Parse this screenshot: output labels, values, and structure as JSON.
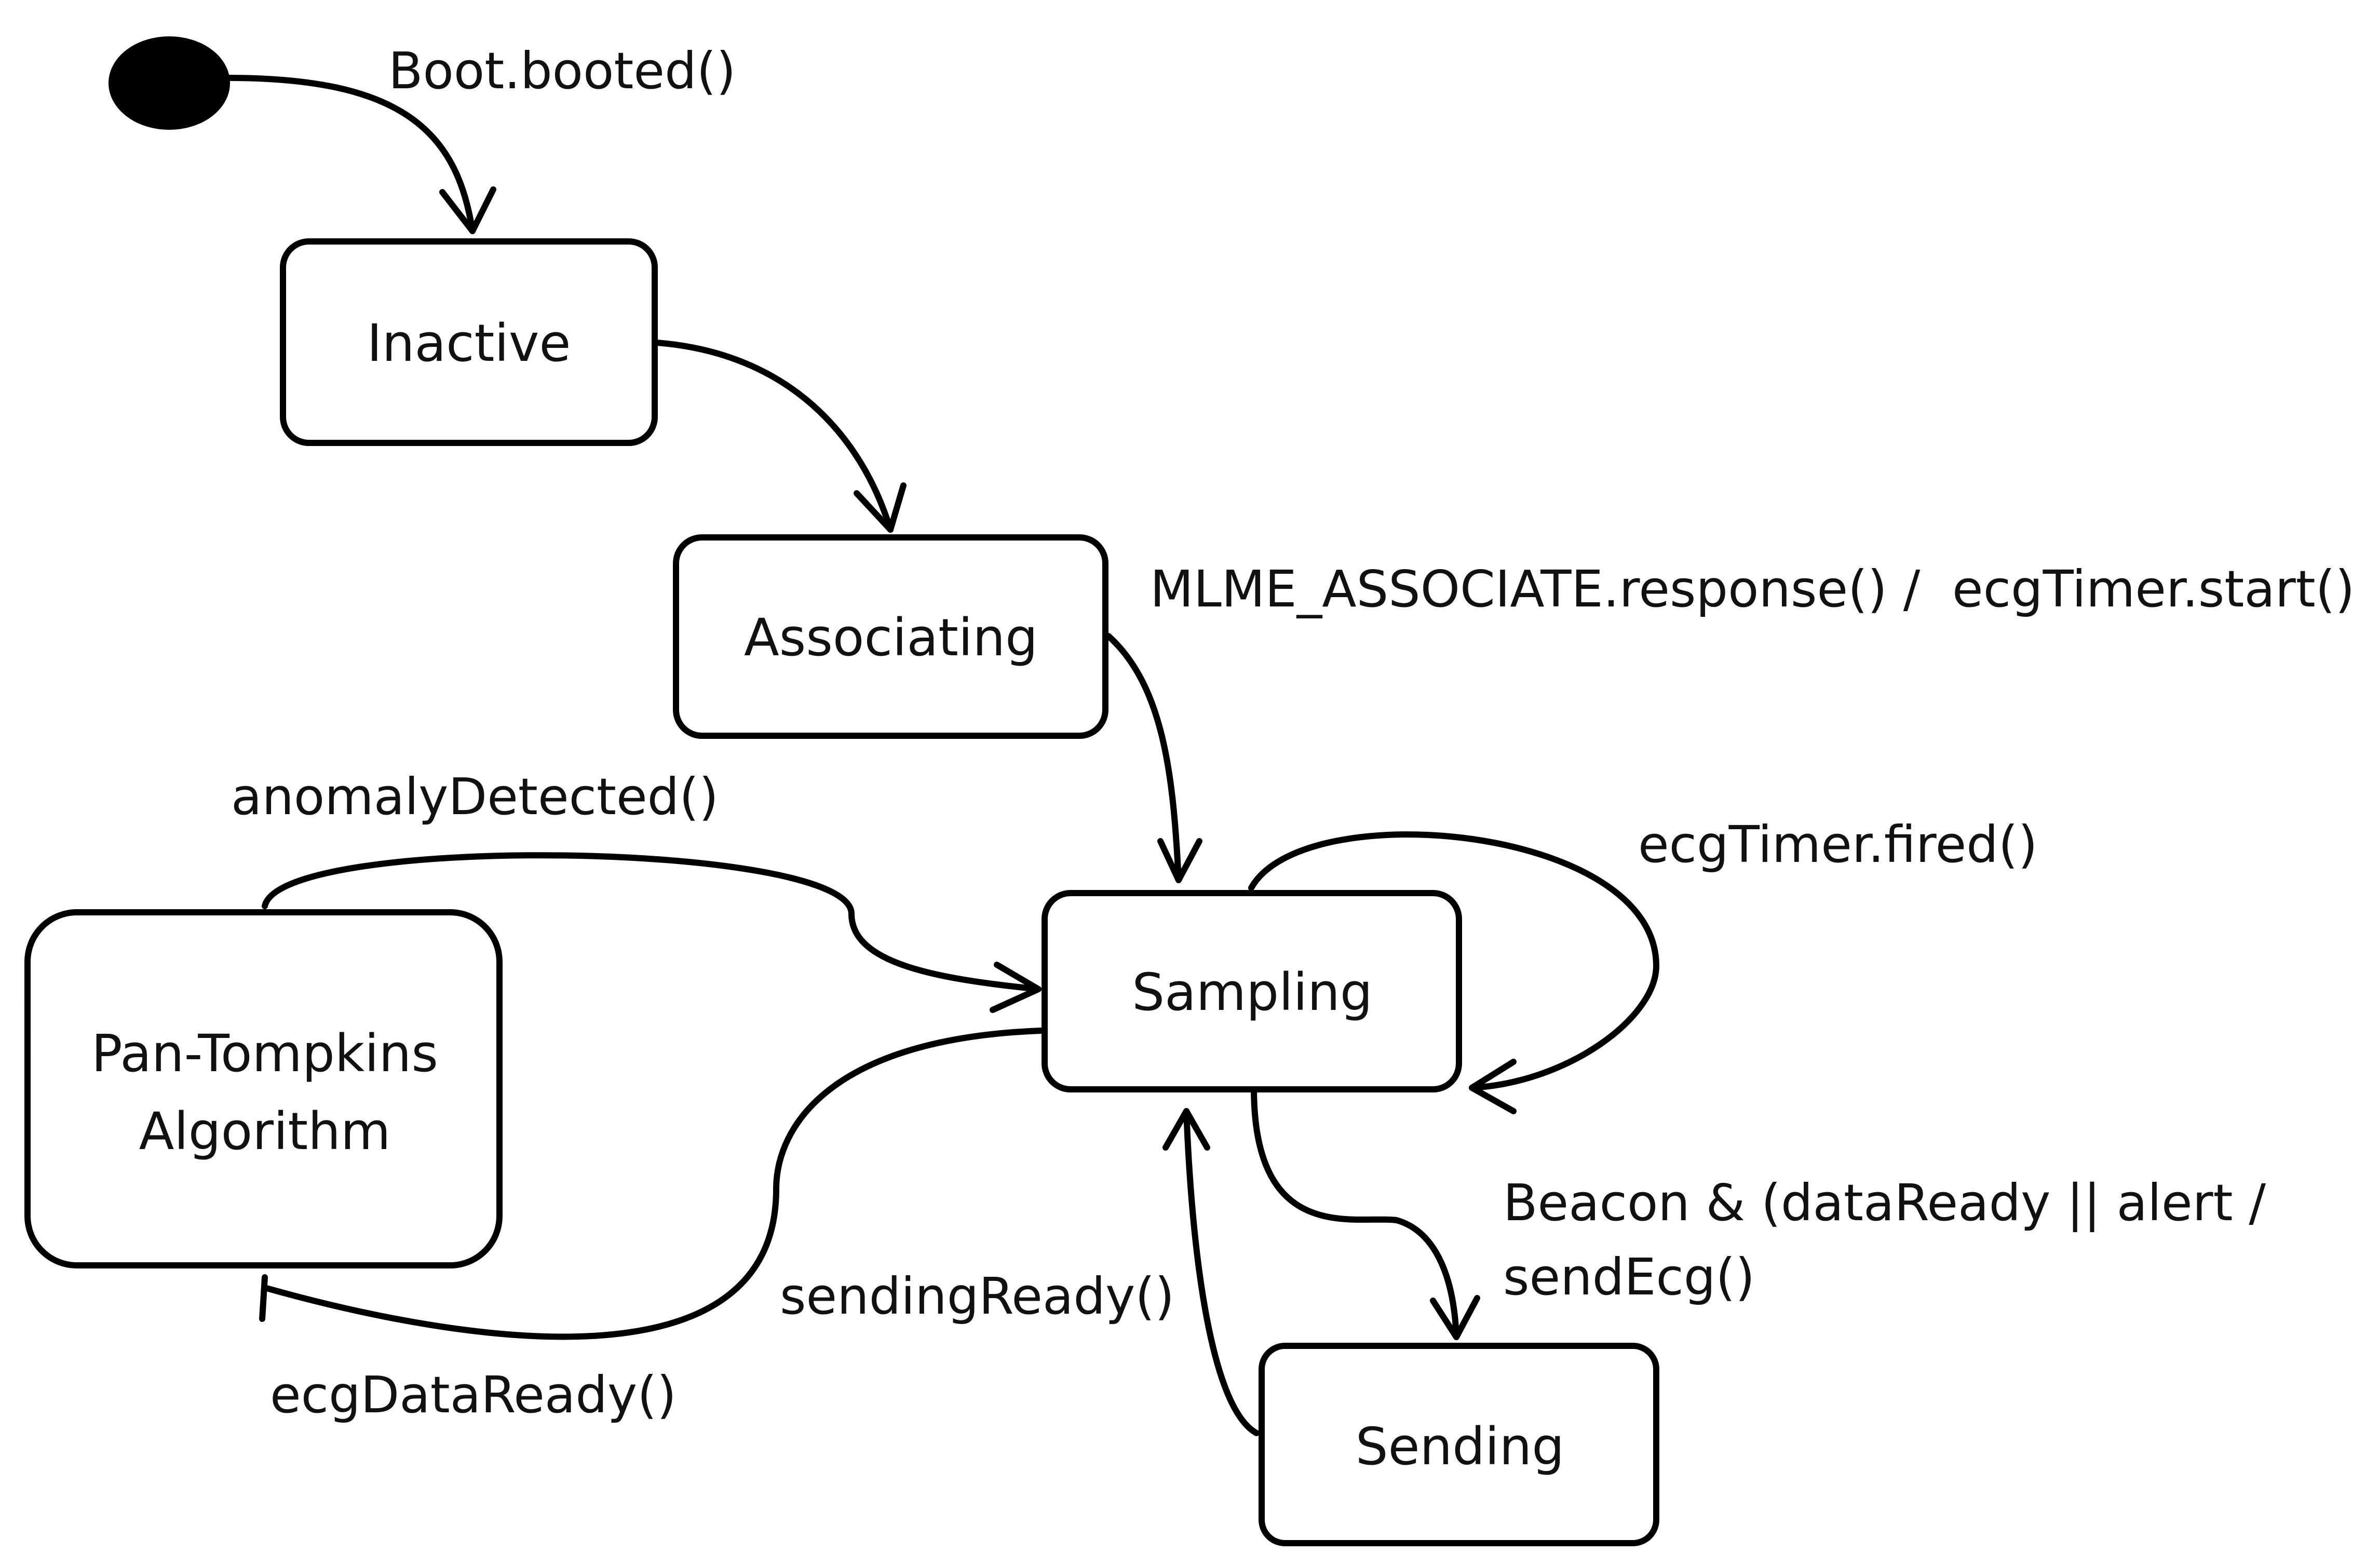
{
  "states": {
    "inactive": "Inactive",
    "associating": "Associating",
    "sampling": "Sampling",
    "pan_tompkins": [
      "Pan-Tompkins",
      "Algorithm"
    ],
    "sending": "Sending"
  },
  "transitions": {
    "boot": "Boot.booted()",
    "mlme": "MLME_ASSOCIATE.response() /  ecgTimer.start()",
    "anomaly": "anomalyDetected()",
    "timer_fired": "ecgTimer.fired()",
    "beacon": [
      "Beacon & (dataReady || alert /",
      "sendEcg()"
    ],
    "sending_ready": "sendingReady()",
    "ecg_data_ready": "ecgDataReady()"
  }
}
